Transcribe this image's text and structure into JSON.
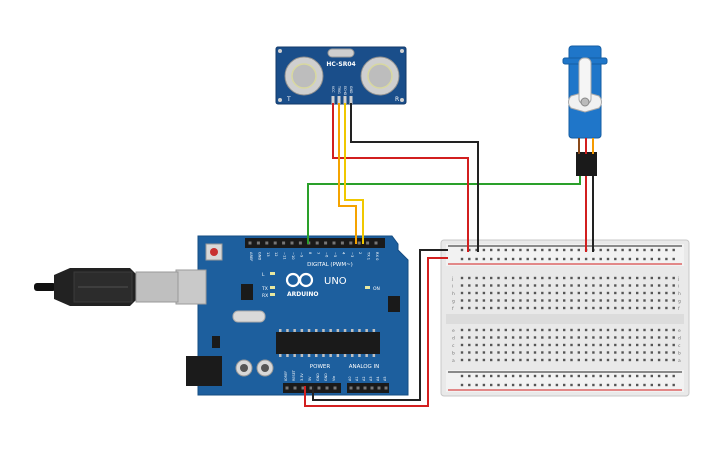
{
  "sensor": {
    "model": "HC-SR04",
    "left_mark": "T",
    "right_mark": "R",
    "pins": [
      "VCC",
      "TRIG",
      "ECHO",
      "GND"
    ]
  },
  "arduino": {
    "brand": "ARDUINO",
    "model": "UNO",
    "digital_header_label": "DIGITAL (PWM~)",
    "power_label": "POWER",
    "analog_label": "ANALOG IN",
    "tx_label": "TX",
    "rx_label": "RX",
    "l_label": "L",
    "on_label": "ON",
    "digital_pins": [
      "AREF",
      "GND",
      "13",
      "12",
      "~11",
      "~10",
      "~9",
      "8",
      "7",
      "~6",
      "~5",
      "4",
      "~3",
      "2",
      "TX 1",
      "RX 0"
    ],
    "power_pins": [
      "IOREF",
      "RESET",
      "3.3V",
      "5V",
      "GND",
      "GND",
      "Vin"
    ],
    "analog_pins": [
      "A0",
      "A1",
      "A2",
      "A3",
      "A4",
      "A5"
    ]
  },
  "breadboard": {
    "row_letters_top": [
      "j",
      "i",
      "h",
      "g",
      "f"
    ],
    "row_letters_bottom": [
      "e",
      "d",
      "c",
      "b",
      "a"
    ],
    "column_count": 30
  },
  "colors": {
    "board_blue": "#1d5f9e",
    "sensor_blue": "#1a4e8a",
    "wire_red": "#d21f1f",
    "wire_black": "#222222",
    "wire_green": "#2aa02a",
    "wire_orange": "#f5a300",
    "wire_yellow": "#f0c800",
    "servo_blue": "#1f76c9"
  }
}
